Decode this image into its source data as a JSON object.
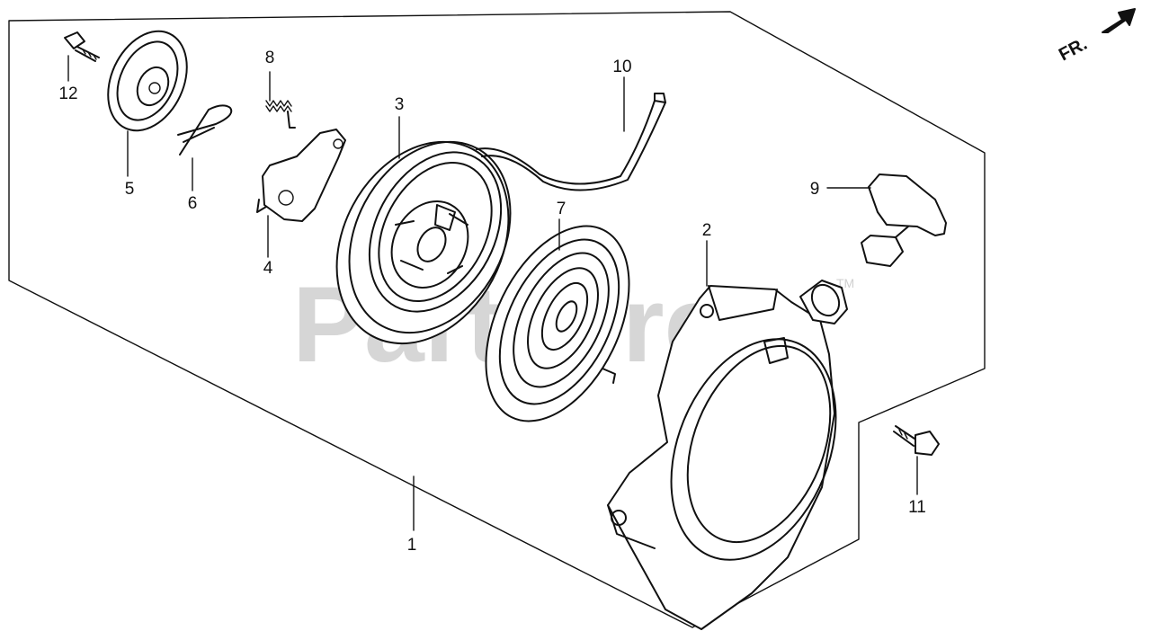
{
  "watermark": {
    "text": "PartsTree",
    "tm": "TM"
  },
  "direction_label": "FR.",
  "callouts": [
    {
      "id": "1",
      "text": "1"
    },
    {
      "id": "2",
      "text": "2"
    },
    {
      "id": "3",
      "text": "3"
    },
    {
      "id": "4",
      "text": "4"
    },
    {
      "id": "5",
      "text": "5"
    },
    {
      "id": "6",
      "text": "6"
    },
    {
      "id": "7",
      "text": "7"
    },
    {
      "id": "8",
      "text": "8"
    },
    {
      "id": "9",
      "text": "9"
    },
    {
      "id": "10",
      "text": "10"
    },
    {
      "id": "11",
      "text": "11"
    },
    {
      "id": "12",
      "text": "12"
    }
  ]
}
